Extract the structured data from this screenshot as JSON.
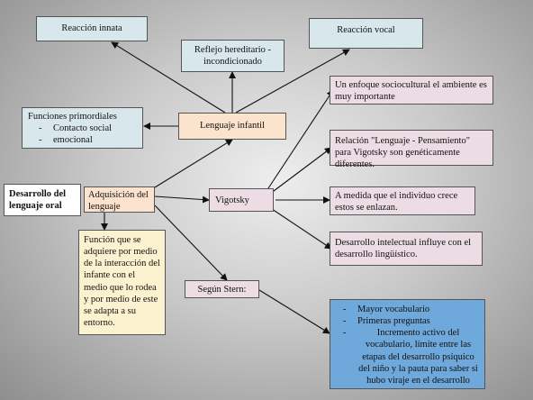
{
  "nodes": {
    "reaccion_innata": "Reacción innata",
    "reflejo": "Reflejo hereditario - incondicionado",
    "reaccion_vocal": "Reacción vocal",
    "funciones": {
      "title": "Funciones primordiales",
      "items": [
        "Contacto social",
        "emocional"
      ]
    },
    "lenguaje_infantil": "Lenguaje infantil",
    "desarrollo": "Desarrollo del lenguaje oral",
    "adquisicion": "Adquisición del lenguaje",
    "vigotsky": "Vigotsky",
    "stern": "Según Stern:",
    "funcion": "Función que se adquiere por medio de la interacción del infante con el medio que lo rodea y por medio de este se adapta a su entorno.",
    "v1": "Un enfoque sociocultural el ambiente es muy importante",
    "v2": "Relación \"Lenguaje - Pensamiento\" para Vigotsky son genéticamente diferentes.",
    "v3": "A medida que el individuo crece estos se enlazan.",
    "v4": "Desarrollo intelectual influye con el desarrollo lingüístico.",
    "stern_items": [
      "Mayor vocabulario",
      "Primeras preguntas",
      "Incremento activo del vocabulario, límite entre las etapas del desarrollo psíquico del niño y la pauta para saber si hubo viraje en el desarrollo"
    ]
  }
}
